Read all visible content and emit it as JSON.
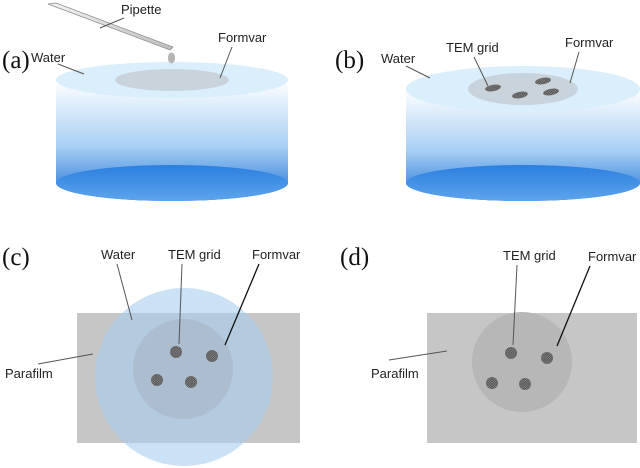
{
  "colors": {
    "water_top": "#dbeefb",
    "water_body_light": "#ffffff",
    "water_body_dark": "#1f72d6",
    "formvar": "#c9d3dc",
    "parafilm": "#c6c6c6",
    "water_drop": "#a9cdee",
    "grid": "#666666"
  },
  "panels": {
    "a": {
      "letter": "(a)",
      "pipette_label": "Pipette",
      "water_label": "Water",
      "formvar_label": "Formvar"
    },
    "b": {
      "letter": "(b)",
      "water_label": "Water",
      "tem_grid_label": "TEM grid",
      "formvar_label": "Formvar"
    },
    "c": {
      "letter": "(c)",
      "water_label": "Water",
      "tem_grid_label": "TEM grid",
      "formvar_label": "Formvar",
      "parafilm_label": "Parafilm"
    },
    "d": {
      "letter": "(d)",
      "tem_grid_label": "TEM grid",
      "formvar_label": "Formvar",
      "parafilm_label": "Parafilm"
    }
  }
}
